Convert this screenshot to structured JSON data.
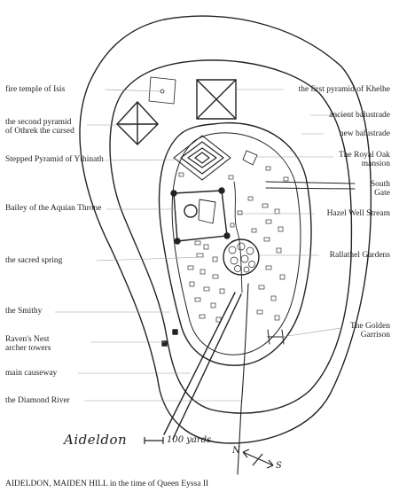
{
  "labels": {
    "fire_temple": "fire temple of Isis",
    "second_pyramid_1": "the second pyramid",
    "second_pyramid_2": "of Othrek the cursed",
    "stepped_pyramid": "Stepped Pyramid of Ythinath",
    "bailey": "Bailey of the Aquian Throne",
    "sacred_spring": "the sacred spring",
    "smithy": "the Smithy",
    "ravens_nest_1": "Raven's Nest",
    "ravens_nest_2": "archer towers",
    "causeway": "main causeway",
    "diamond_river": "the Diamond River",
    "first_pyramid": "the first pyramid of Khelhe",
    "ancient_balustrade": "ancient balustrade",
    "new_balustrade": "new balustrade",
    "royal_oak_1": "The Royal Oak",
    "royal_oak_2": "mansion",
    "south_gate_1": "South",
    "south_gate_2": "Gate",
    "hazel_well": "Hazel Well Stream",
    "rallathel": "Rallathel Gardens",
    "golden_garrison_1": "The Golden",
    "golden_garrison_2": "Garrison"
  },
  "signature": "Aideldon",
  "scale": "100 yards",
  "compass": {
    "n": "N",
    "s": "S"
  },
  "caption": "AIDELDON, MAIDEN HILL in the time of Queen Eyssa II",
  "colors": {
    "ink": "#222222",
    "leader": "#9a9a9a"
  }
}
